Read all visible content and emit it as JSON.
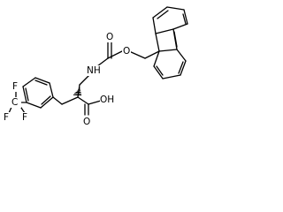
{
  "molecule": {
    "atom_labels": {
      "carbamate_ether_o": "O",
      "carbonyl_o": "O",
      "amide_nh": "NH",
      "acid_oh": "OH",
      "acid_carbonyl_o": "O",
      "f_top": "F",
      "f_left": "F",
      "f_right": "F"
    },
    "bond_color": "#000000",
    "stereo_center": "dashed-wedge"
  }
}
